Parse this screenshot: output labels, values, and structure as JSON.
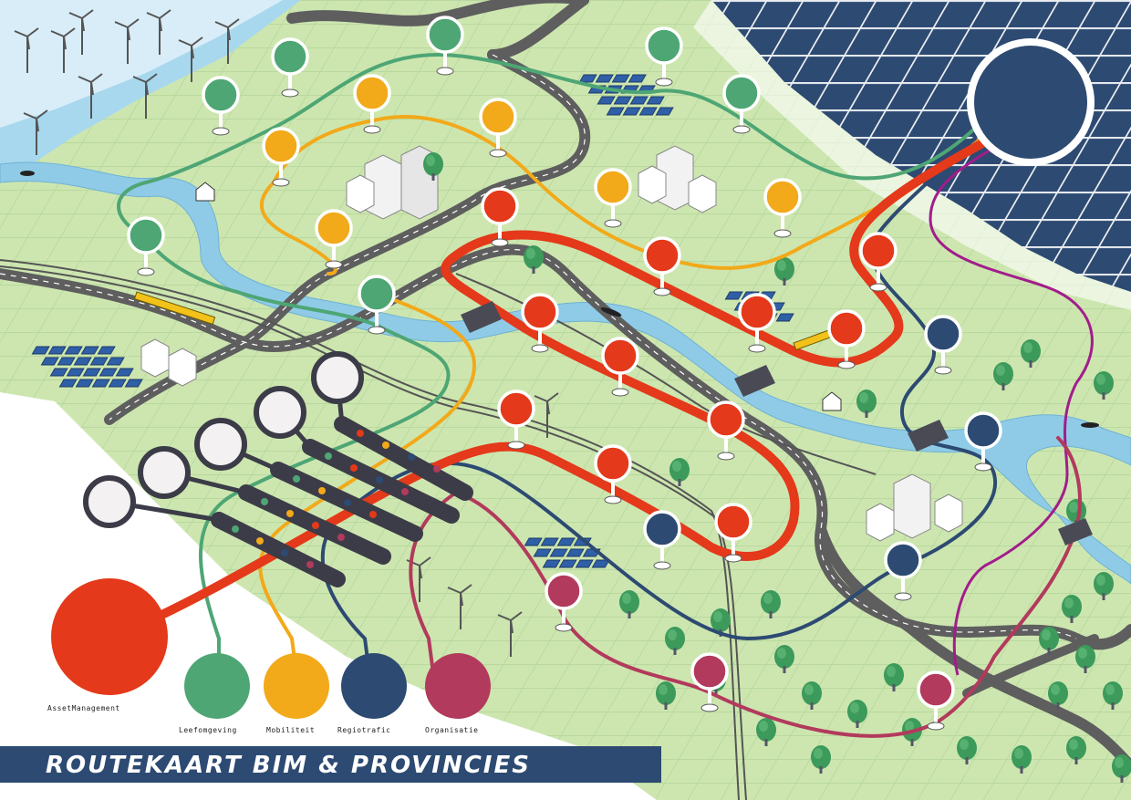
{
  "title": "ROUTEKAART BIM & PROVINCIES",
  "legend": [
    {
      "label": "AssetManagement",
      "color": "#e4391a"
    },
    {
      "label": "Leefomgeving",
      "color": "#4ea674"
    },
    {
      "label": "Mobiliteit",
      "color": "#f2a91a"
    },
    {
      "label": "Regiotrafic",
      "color": "#2d4a72"
    },
    {
      "label": "Organisatie",
      "color": "#b23a5c"
    }
  ],
  "colors": {
    "land": "#cde6b0",
    "water": "#8fcbe6",
    "road": "#6b6b6b",
    "solar": "#2d4a72",
    "white_area": "#ffffff"
  },
  "icons": [
    "wind-turbine-icon",
    "solar-panel-icon",
    "building-icon",
    "house-icon",
    "tree-icon",
    "bridge-icon",
    "traffic-light-icon",
    "boat-icon",
    "train-icon"
  ]
}
